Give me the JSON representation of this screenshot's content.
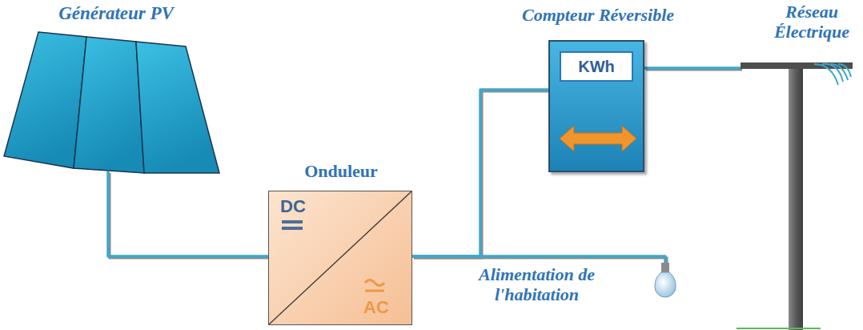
{
  "diagram": {
    "nodes": [
      {
        "text": [
          "Générateur PV"
        ]
      },
      {
        "text": [
          "Compteur Réversible"
        ]
      },
      {
        "text": [
          "KWh"
        ],
        "in": 1
      },
      {
        "text": [
          "Réseau Électrique"
        ]
      },
      {
        "text": [
          "Onduleur",
          "DC",
          "AC"
        ]
      },
      {
        "text": [
          "Alimentation de l'habitation"
        ]
      }
    ],
    "edges": [
      {
        "from": 0,
        "to": 4,
        "arrow": "none"
      },
      {
        "from": 4,
        "to": 1,
        "arrow": "none"
      },
      {
        "from": 4,
        "to": 5,
        "arrow": "none"
      },
      {
        "from": 1,
        "to": 3,
        "arrow": "none"
      }
    ]
  }
}
